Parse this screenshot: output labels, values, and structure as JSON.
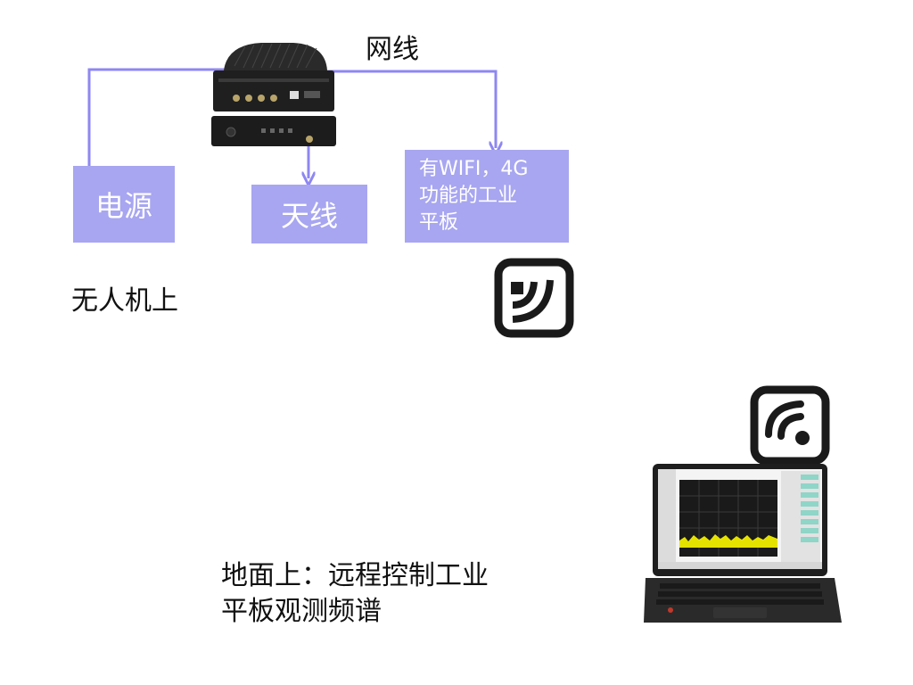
{
  "labels": {
    "cable": "网线",
    "power": "电源",
    "antenna": "天线",
    "tablet_line1": "有WIFI，4G",
    "tablet_line2": "功能的工业",
    "tablet_line3": "平板",
    "on_drone": "无人机上",
    "ground_line1": "地面上：远程控制工业",
    "ground_line2": "平板观测频谱"
  },
  "colors": {
    "connector": "#8e87f2",
    "box": "#a8a6f0",
    "icon": "#1a1a1a"
  },
  "icons": [
    "signal-transmit-icon",
    "wifi-receive-icon"
  ]
}
